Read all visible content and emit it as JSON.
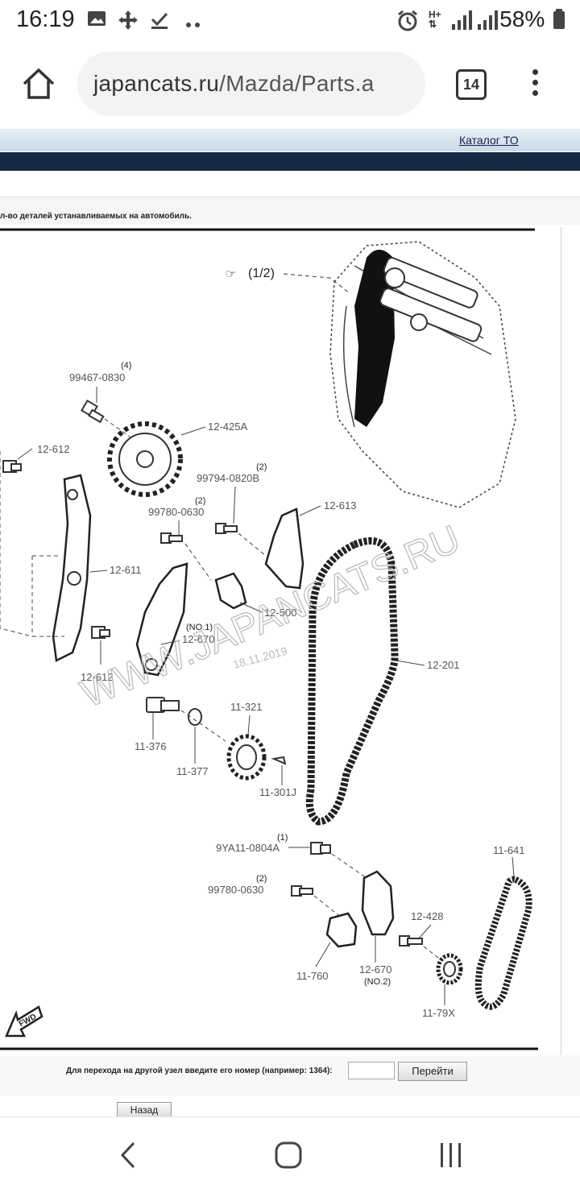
{
  "status": {
    "time": "16:19",
    "icons": [
      "image-icon",
      "move-icon",
      "download-done-icon",
      "more-dots-icon",
      "alarm-icon",
      "data-icon",
      "signal-icon",
      "signal-icon"
    ],
    "data_label": "H+",
    "battery": "58%"
  },
  "browser": {
    "url_main": "japancats.ru",
    "url_path": "/Mazda/Parts.a",
    "tabs_count": "14"
  },
  "banner": {
    "link": "Каталог ТО"
  },
  "info": {
    "text": "л-во деталей устанавливаемых на автомобиль."
  },
  "diagram": {
    "labels": {
      "ref": "(1/2)",
      "p99467": "99467-0830",
      "q99467": "(4)",
      "p12425A": "12-425A",
      "p12612a": "12-612",
      "p99794": "99794-0820B",
      "q99794": "(2)",
      "p99780a": "99780-0630",
      "q99780a": "(2)",
      "p12613": "12-613",
      "p12611": "12-611",
      "p12500": "12-500",
      "no1": "(NO.1)",
      "p12670a": "12-670",
      "p12612b": "12-612",
      "p12201": "12-201",
      "p11321": "11-321",
      "p11376": "11-376",
      "p11377": "11-377",
      "p11301J": "11-301J",
      "q9YA11": "(1)",
      "p9YA11": "9YA11-0804A",
      "p11641": "11-641",
      "q99780b": "(2)",
      "p99780b": "99780-0630",
      "p12428": "12-428",
      "p11760": "11-760",
      "p12670b": "12-670",
      "no2": "(NO.2)",
      "p1179X": "11-79X",
      "fwd": "FWD"
    },
    "watermark": "WWW.JAPANCATS.RU",
    "date": "18.11.2019"
  },
  "goto": {
    "label": "Для перехода на другой узел введите его номер (например: 1364):",
    "button": "Перейти"
  },
  "back_button": "Назад"
}
